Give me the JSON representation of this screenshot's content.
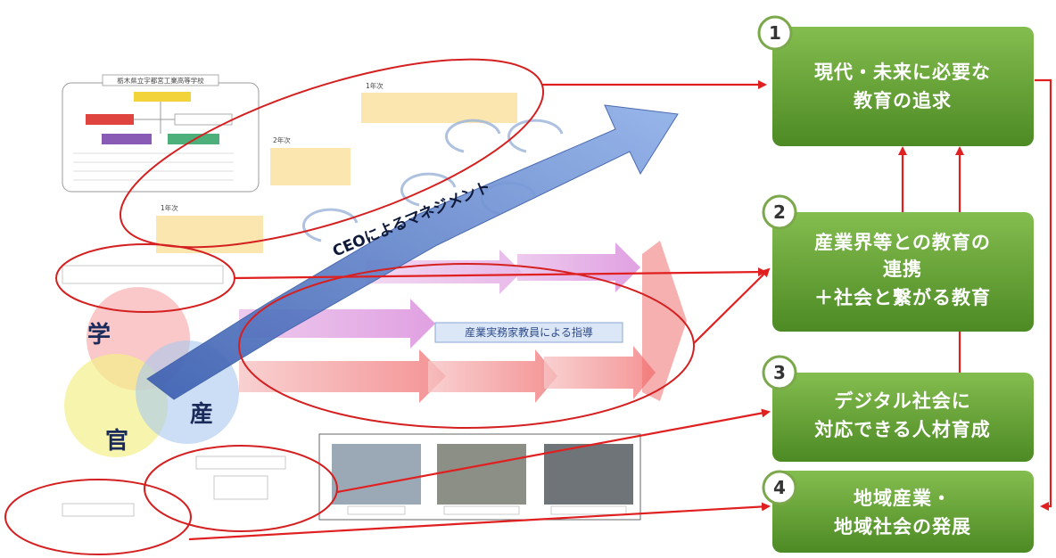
{
  "diagram": {
    "ceo_arrow_label": "CEOによるマネジメント",
    "center_label": "産業実務家教員による指導",
    "circles": {
      "school": "学",
      "industry": "産",
      "government": "官"
    },
    "header_label": "栃木県立宇都宮工業高等学校",
    "year_labels": [
      "1年次",
      "2年次",
      "1年次"
    ],
    "boxes": [
      {
        "number": "1",
        "lines": [
          "現代・未来に必要な",
          "教育の追求"
        ]
      },
      {
        "number": "2",
        "lines": [
          "産業界等との教育の",
          "連携",
          "＋社会と繋がる教育"
        ]
      },
      {
        "number": "3",
        "lines": [
          "デジタル社会に",
          "対応できる人材育成"
        ]
      },
      {
        "number": "4",
        "lines": [
          "地域産業・",
          "地域社会の発展"
        ]
      }
    ],
    "colors": {
      "box_green_top": "#7fb84a",
      "box_green_bottom": "#4e8a25",
      "connector_red": "#e02020",
      "ellipse_red": "#d42020",
      "ceo_arrow_blue": "#5a7fc8"
    }
  }
}
